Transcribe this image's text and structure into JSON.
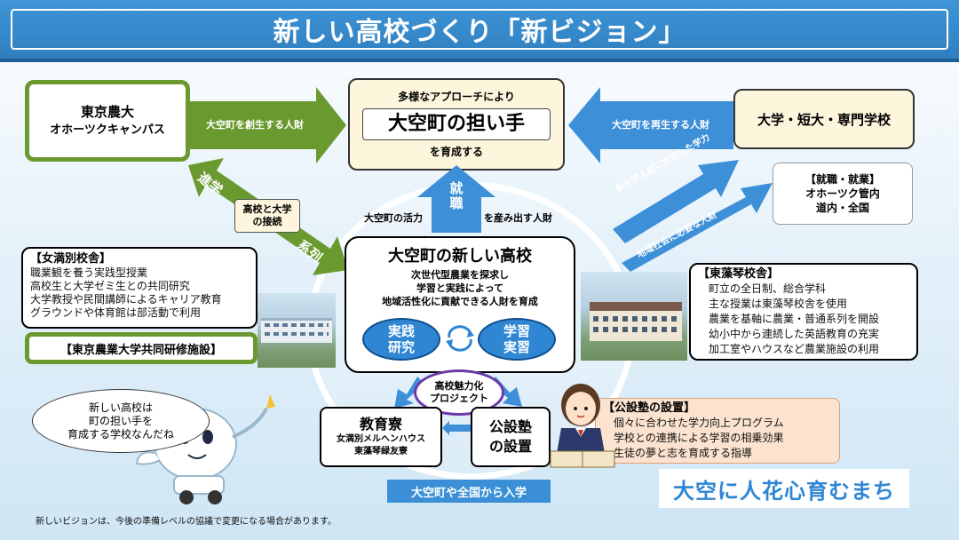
{
  "title": "新しい高校づくり「新ビジョン」",
  "nodir": {
    "name_line1": "東京農大",
    "name_line2": "オホーツクキャンパス"
  },
  "arrow_left_label": "大空町を創生する人財",
  "center_top": {
    "line1": "多様なアプローチにより",
    "main": "大空町の担い手",
    "line3": "を育成する"
  },
  "arrow_right_label": "大空町を再生する人財",
  "university_box": "大学・短大・専門学校",
  "employment_box": {
    "line1": "【就職・就業】",
    "line2": "オホーツク管内",
    "line3": "道内・全国"
  },
  "diag_right_top": "新大学入試に対応した学力",
  "diag_right_bottom": "地域社会に必要な人財",
  "shingaku": "進学",
  "keiretsu": "系列",
  "connect_box": {
    "line1": "高校と大学",
    "line2": "の接続"
  },
  "job_arrow": "就職",
  "circle_label_left": "大空町の活力",
  "circle_label_right": "を産み出す人財",
  "core": {
    "title": "大空町の新しい高校",
    "line1": "次世代型農業を探求し",
    "line2": "学習と実践によって",
    "line3": "地域活性化に貢献できる人財を育成",
    "left_pill_1": "実践",
    "left_pill_2": "研究",
    "right_pill_1": "学習",
    "right_pill_2": "実習",
    "cycle_icon": "cycle-arrows-icon"
  },
  "project": {
    "line1": "高校魅力化",
    "line2": "プロジェクト"
  },
  "dorm": {
    "title": "教育寮",
    "line1": "女満別メルヘンハウス",
    "line2": "東藻琴緑友寮"
  },
  "juku": {
    "line1": "公設塾",
    "line2": "の設置"
  },
  "bottom_banner": "大空町や全国から入学",
  "memanbetsu": {
    "heading": "【女満別校舎】",
    "items": [
      "職業観を養う実践型授業",
      "高校生と大学ゼミ生との共同研究",
      "大学教授や民間講師によるキャリア教育",
      "グラウンドや体育館は部活動で利用"
    ]
  },
  "joint_facility": "【東京農業大学共同研修施設】",
  "higashimokoto": {
    "heading": "【東藻琴校舎】",
    "items": [
      "町立の全日制、総合学科",
      "主な授業は東藻琴校舎を使用",
      "農業を基軸に農業・普通系列を開設",
      "幼小中から連続した英語教育の充実",
      "加工室やハウスなど農業施設の利用"
    ]
  },
  "public_juku": {
    "heading": "【公設塾の設置】",
    "items": [
      "個々に合わせた学力向上プログラム",
      "学校との連携による学習の相乗効果",
      "生徒の夢と志を育成する指導"
    ]
  },
  "speech": {
    "line1": "新しい高校は",
    "line2": "町の担い手を",
    "line3": "育成する学校なんだね"
  },
  "logo_text": "大空に人花心育むまち",
  "footnote": "新しいビジョンは、今後の準備レベルの協議で変更になる場合があります。",
  "colors": {
    "header": "#3a8fd6",
    "green": "#6a9a2f",
    "arrow_blue": "#3d8fd8",
    "cream": "#fdf6dd",
    "peach": "#fbe3cf",
    "pill_blue": "#2f86d3",
    "purple": "#6a3aa8"
  }
}
